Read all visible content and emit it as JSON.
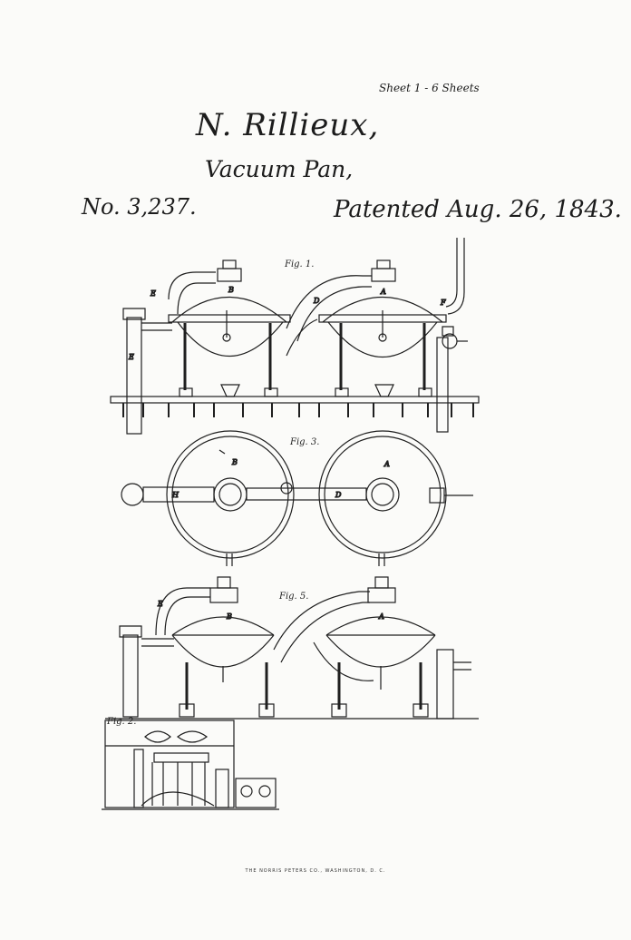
{
  "header": {
    "sheet_label": "Sheet 1 - 6 Sheets",
    "inventor": "N. Rillieux,",
    "title": "Vacuum Pan,",
    "patent_number": "No. 3,237.",
    "patented": "Patented Aug. 26, 1843."
  },
  "figures": {
    "fig1": "Fig. 1.",
    "fig3": "Fig. 3.",
    "fig5": "Fig. 5.",
    "fig2": "Fig. 2."
  },
  "footer": {
    "printer": "THE NORRIS PETERS CO., WASHINGTON, D. C."
  },
  "colors": {
    "paper": "#fbfbf9",
    "ink": "#1a1a1a"
  }
}
